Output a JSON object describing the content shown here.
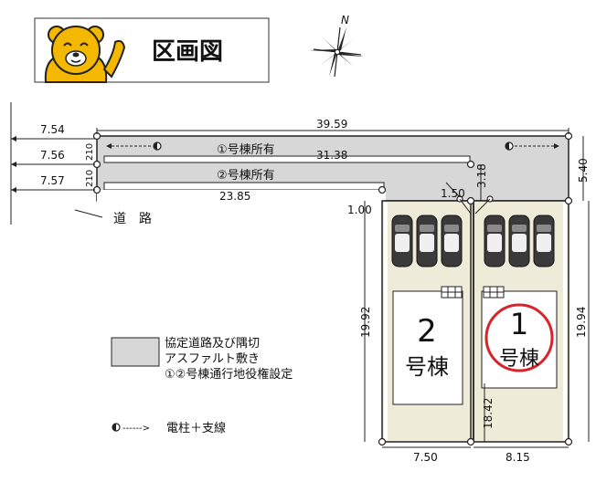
{
  "header": {
    "title": "区画図"
  },
  "compass": {
    "north_label": "N"
  },
  "dimensions": {
    "top_total": "39.59",
    "left_offsets": [
      "7.54",
      "7.56",
      "7.57"
    ],
    "lane_width_1": "210",
    "lane_width_2": "210",
    "lane1_length": "31.38",
    "lane2_length": "23.85",
    "right_top_depth": "5.40",
    "inner_drive": "3.18",
    "corner_cut": "1.50",
    "corner_cut_small": "1.00",
    "lot2_depth": "19.92",
    "lot1_depth_right": "19.94",
    "lot1_depth_inner": "18.42",
    "lot2_front": "7.50",
    "lot1_front": "8.15"
  },
  "lanes": {
    "lane1_owner": "①号棟所有",
    "lane2_owner": "②号棟所有"
  },
  "road": {
    "label": "道　路"
  },
  "lots": [
    {
      "number": "1",
      "building": "号棟"
    },
    {
      "number": "2",
      "building": "号棟"
    }
  ],
  "legend": {
    "shared_road": [
      "協定道路及び隅切",
      "アスファルト敷き",
      "①②号棟通行地役権設定"
    ],
    "pole": "電柱＋支線",
    "pole_arrow": "------>"
  },
  "colors": {
    "shared_road_fill": "#d7d7d7",
    "lot_fill": "#efebd9",
    "circle": "#d8232a",
    "mascot": "#f5b800"
  }
}
